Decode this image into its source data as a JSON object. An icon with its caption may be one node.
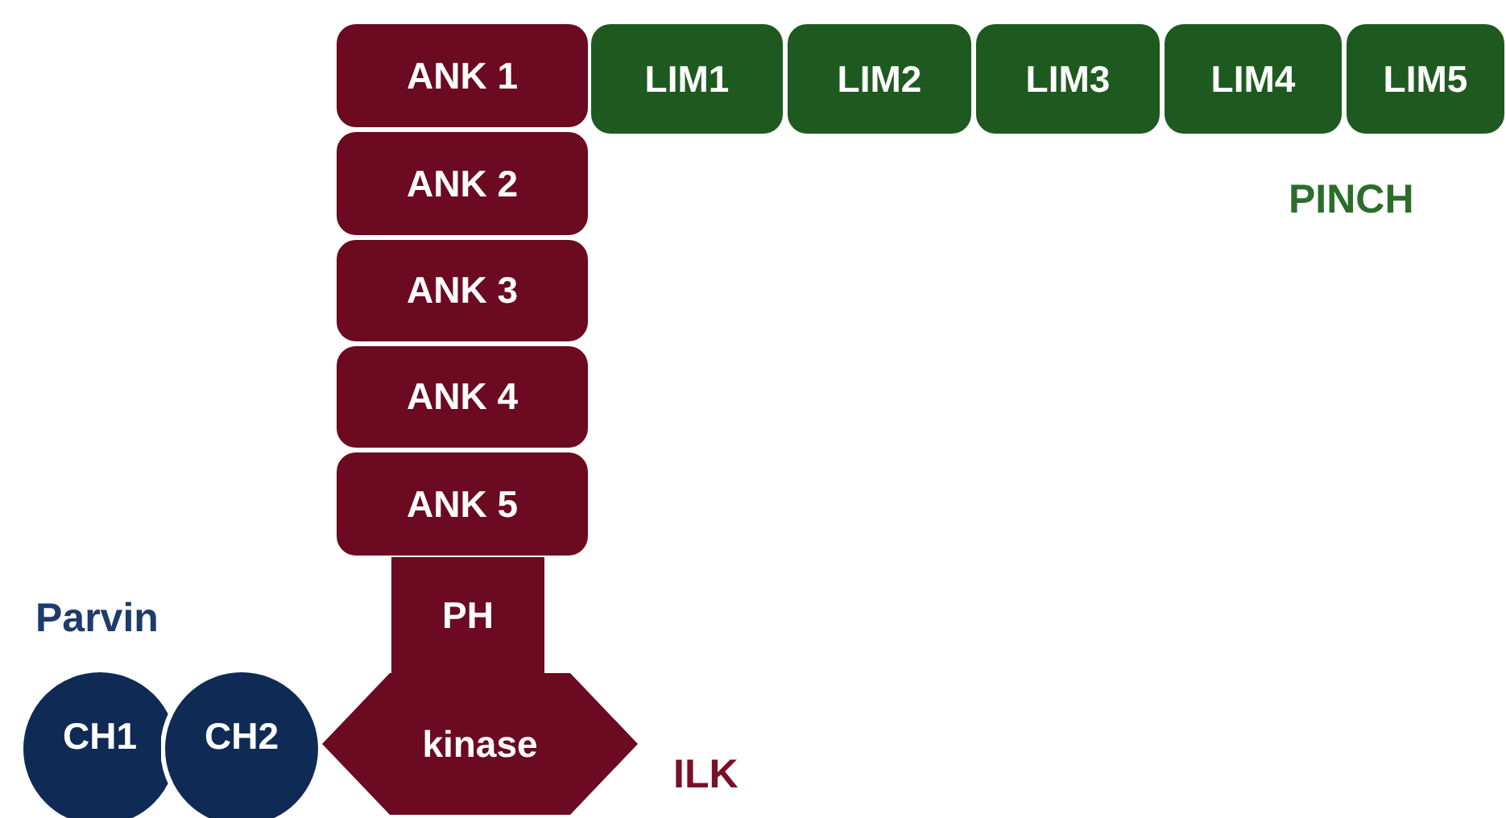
{
  "diagram": {
    "nodes": [
      {
        "text": [
          "ANK 1"
        ]
      },
      {
        "text": [
          "ANK 2"
        ]
      },
      {
        "text": [
          "ANK 3"
        ]
      },
      {
        "text": [
          "ANK 4"
        ]
      },
      {
        "text": [
          "ANK 5"
        ]
      },
      {
        "text": [
          "PH"
        ]
      },
      {
        "text": [
          "kinase"
        ]
      },
      {
        "text": [
          "LIM1"
        ]
      },
      {
        "text": [
          "LIM2"
        ]
      },
      {
        "text": [
          "LIM3"
        ]
      },
      {
        "text": [
          "LIM4"
        ]
      },
      {
        "text": [
          "LIM5"
        ]
      },
      {
        "text": [
          "CH1"
        ]
      },
      {
        "text": [
          "CH2"
        ]
      }
    ],
    "labels": [
      "PINCH",
      "Parvin",
      "ILK"
    ]
  }
}
